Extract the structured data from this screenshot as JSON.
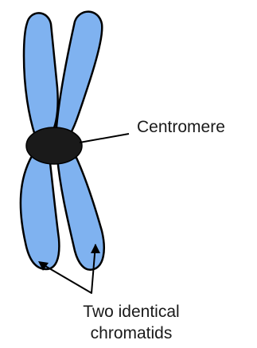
{
  "labels": {
    "centromere": "Centromere",
    "chromatids_line1": "Two identical",
    "chromatids_line2": "chromatids"
  },
  "colors": {
    "chromatid_fill": "#7fb2f0",
    "outline": "#000000",
    "centromere_fill": "#1a1a1a",
    "background": "#ffffff"
  }
}
